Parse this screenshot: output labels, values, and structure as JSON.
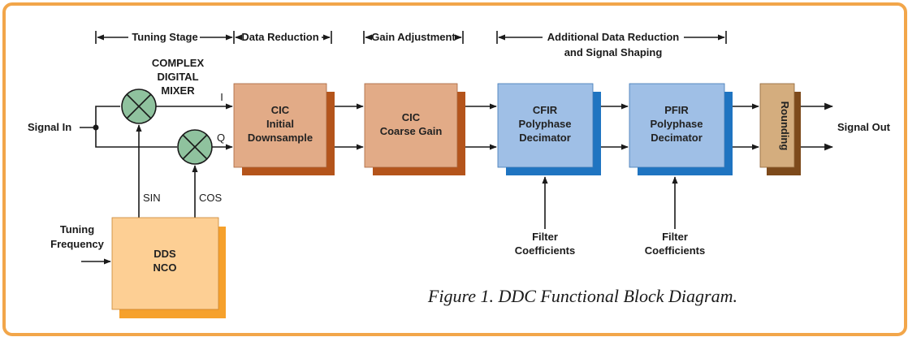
{
  "stages": {
    "tuning": "Tuning Stage",
    "data_reduction": "Data Reduction",
    "gain": "Gain Adjustment",
    "additional_1": "Additional Data Reduction",
    "additional_2": "and Signal Shaping"
  },
  "mixer_title": [
    "COMPLEX",
    "DIGITAL",
    "MIXER"
  ],
  "signals": {
    "signal_in": "Signal In",
    "signal_out": "Signal Out",
    "i": "I",
    "q": "Q",
    "sin": "SIN",
    "cos": "COS",
    "tuning_freq_1": "Tuning",
    "tuning_freq_2": "Frequency"
  },
  "blocks": {
    "cic_initial": [
      "CIC",
      "Initial",
      "Downsample"
    ],
    "cic_gain": [
      "CIC",
      "Coarse Gain"
    ],
    "cfir": [
      "CFIR",
      "Polyphase",
      "Decimator"
    ],
    "pfir": [
      "PFIR",
      "Polyphase",
      "Decimator"
    ],
    "rounding": "Rounding",
    "dds": [
      "DDS",
      "NCO"
    ]
  },
  "filter_coeffs_1": [
    "Filter",
    "Coefficients"
  ],
  "filter_coeffs_2": [
    "Filter",
    "Coefficients"
  ],
  "caption": "Figure 1. DDC Functional Block Diagram.",
  "colors": {
    "frame": "#f2a64a",
    "cic_face": "#e2ab87",
    "cic_shadow": "#b4541b",
    "fir_face": "#9fbfe6",
    "fir_shadow": "#1f74c1",
    "round_face": "#d4ad7e",
    "round_shadow": "#7d4a1b",
    "dds_face": "#fdcf94",
    "dds_shadow": "#f6a12c",
    "mixer": "#8fc29e"
  }
}
